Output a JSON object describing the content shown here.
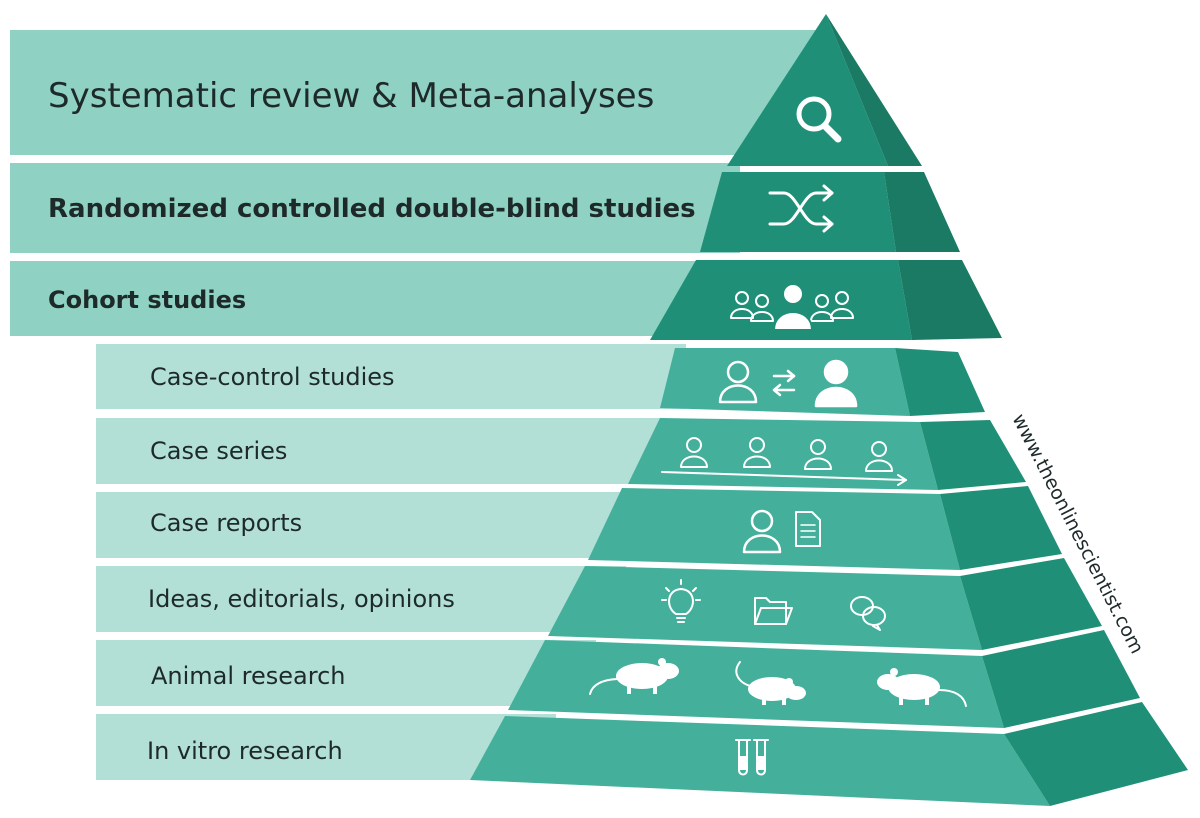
{
  "levels": [
    {
      "label": "Systematic review & Meta-analyses",
      "icon": "magnifier-icon"
    },
    {
      "label": "Randomized controlled double-blind studies",
      "icon": "shuffle-icon"
    },
    {
      "label": "Cohort studies",
      "icon": "group-icon"
    },
    {
      "label": "Case-control studies",
      "icon": "compare-people-icon"
    },
    {
      "label": "Case series",
      "icon": "people-timeline-icon"
    },
    {
      "label": "Case reports",
      "icon": "person-document-icon"
    },
    {
      "label": "Ideas, editorials, opinions",
      "icon": "idea-folder-chat-icons"
    },
    {
      "label": "Animal research",
      "icon": "rats-icon"
    },
    {
      "label": "In vitro research",
      "icon": "test-tubes-icon"
    }
  ],
  "watermark": "www.theonlinescientist.com",
  "colors": {
    "bar_top": "#8fd1c3",
    "bar_bottom": "#b2e0d6",
    "pyramid_dark": "#1a7a64",
    "pyramid_mid": "#1f9077",
    "pyramid_light": "#44b09c",
    "text": "#1e2a2a"
  }
}
